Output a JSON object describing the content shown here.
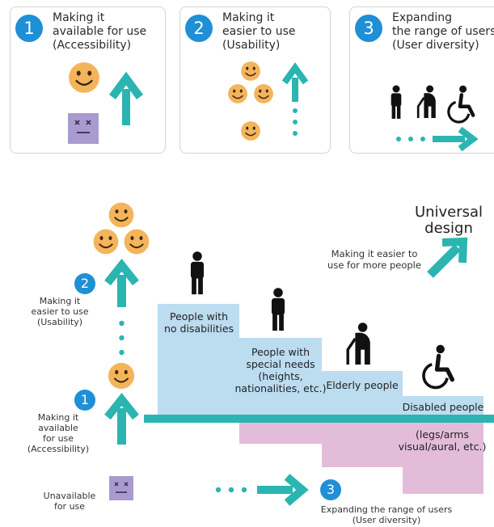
{
  "cards": [
    {
      "number": "1",
      "title": [
        "Making it",
        "available for use",
        "(Accessibility)"
      ]
    },
    {
      "number": "2",
      "title": [
        "Making it",
        "easier to use",
        "(Usability)"
      ]
    },
    {
      "number": "3",
      "title": [
        "Expanding",
        "the range of users",
        "(User diversity)"
      ]
    }
  ],
  "diagram": {
    "universal": [
      "Universal",
      "design"
    ],
    "easier_more": [
      "Making it easier to",
      "use for more people"
    ],
    "left_2_number": "2",
    "left_2_label": [
      "Making it",
      "easier to use",
      "(Usability)"
    ],
    "left_1_number": "1",
    "left_1_label": [
      "Making it",
      "available",
      "for use",
      "(Accessibility)"
    ],
    "unavailable": [
      "Unavailable",
      "for use"
    ],
    "bottom_number": "3",
    "bottom_label": [
      "Expanding the range of users",
      "(User diversity)"
    ],
    "steps": [
      {
        "label": [
          "People with",
          "no disabilities"
        ]
      },
      {
        "label": [
          "People with",
          "special needs",
          "(heights,",
          "nationalities, etc.)"
        ]
      },
      {
        "label": [
          "Elderly people"
        ]
      },
      {
        "label": [
          "Disabled people"
        ]
      }
    ],
    "below_label": [
      "(legs/arms",
      "visual/aural, etc.)"
    ]
  },
  "colors": {
    "teal": "#2bb5b0",
    "blue_circle": "#1f8fd6",
    "step_blue": "#bcdcf0",
    "step_pink": "#e3bcd9",
    "smiley": "#f4b45c",
    "sad_box": "#a99bd0"
  }
}
